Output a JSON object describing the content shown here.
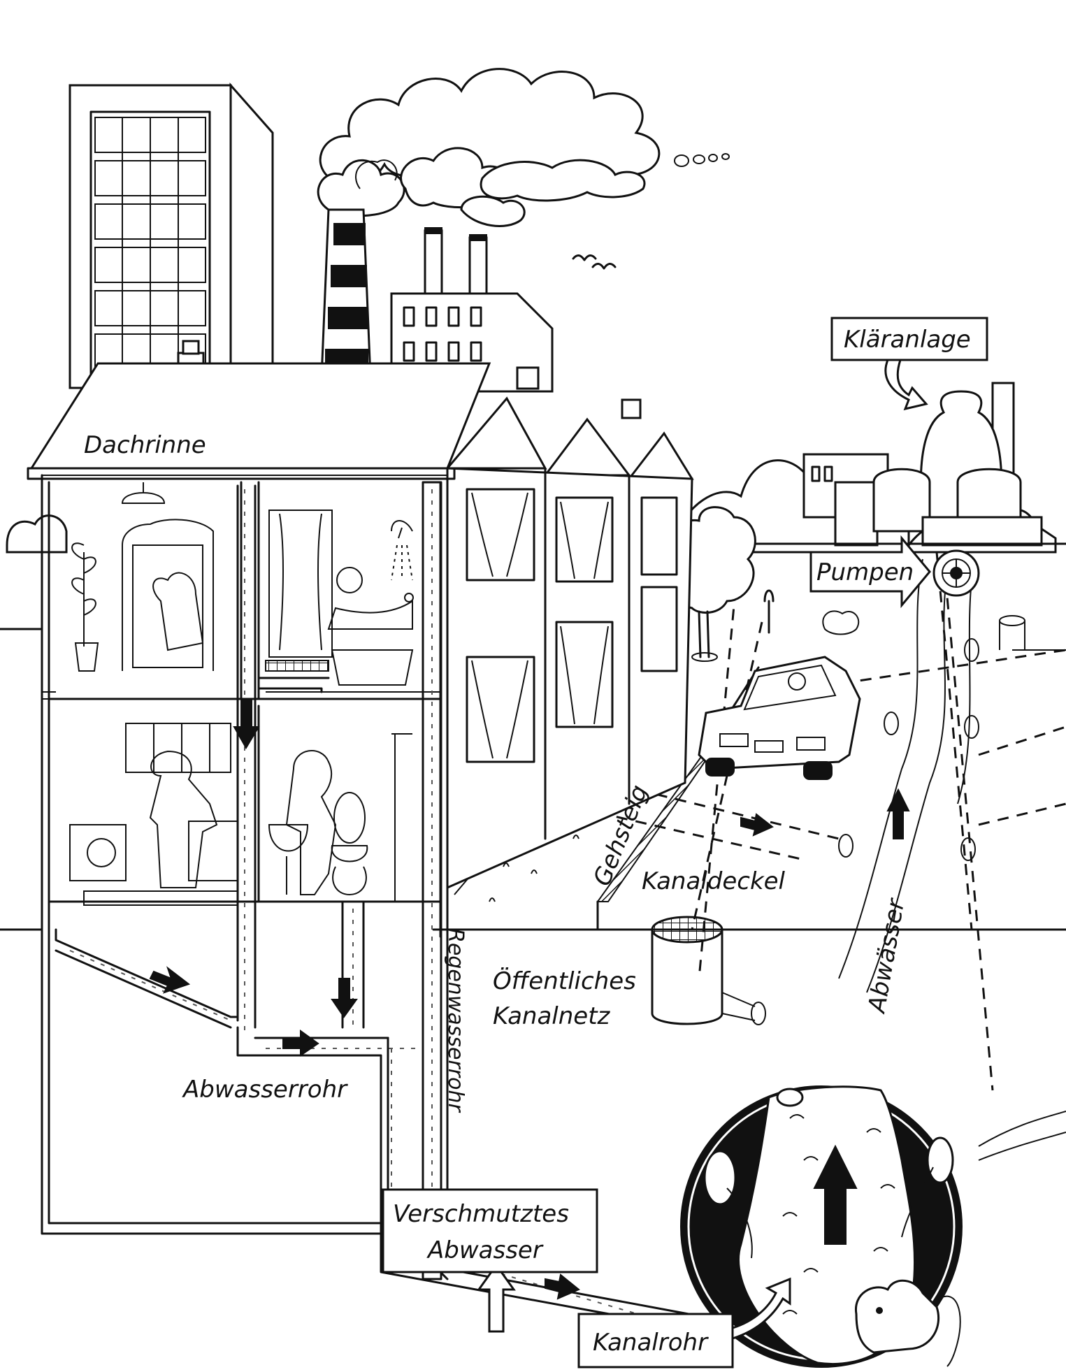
{
  "labels": {
    "dachrinne": "Dachrinne",
    "klaeranlage": "Kläranlage",
    "pumpen": "Pumpen",
    "gehsteig": "Gehsteig",
    "kanaldeckel": "Kanaldeckel",
    "abwaesser": "Abwässer",
    "regenwasserrohr": "Regenwasserrohr",
    "oeffentliches_line1": "Öffentliches",
    "oeffentliches_line2": "Kanalnetz",
    "abwasserrohr": "Abwasserrohr",
    "verschmutztes_line1": "Verschmutztes",
    "verschmutztes_line2": "Abwasser",
    "kanalrohr": "Kanalrohr"
  }
}
